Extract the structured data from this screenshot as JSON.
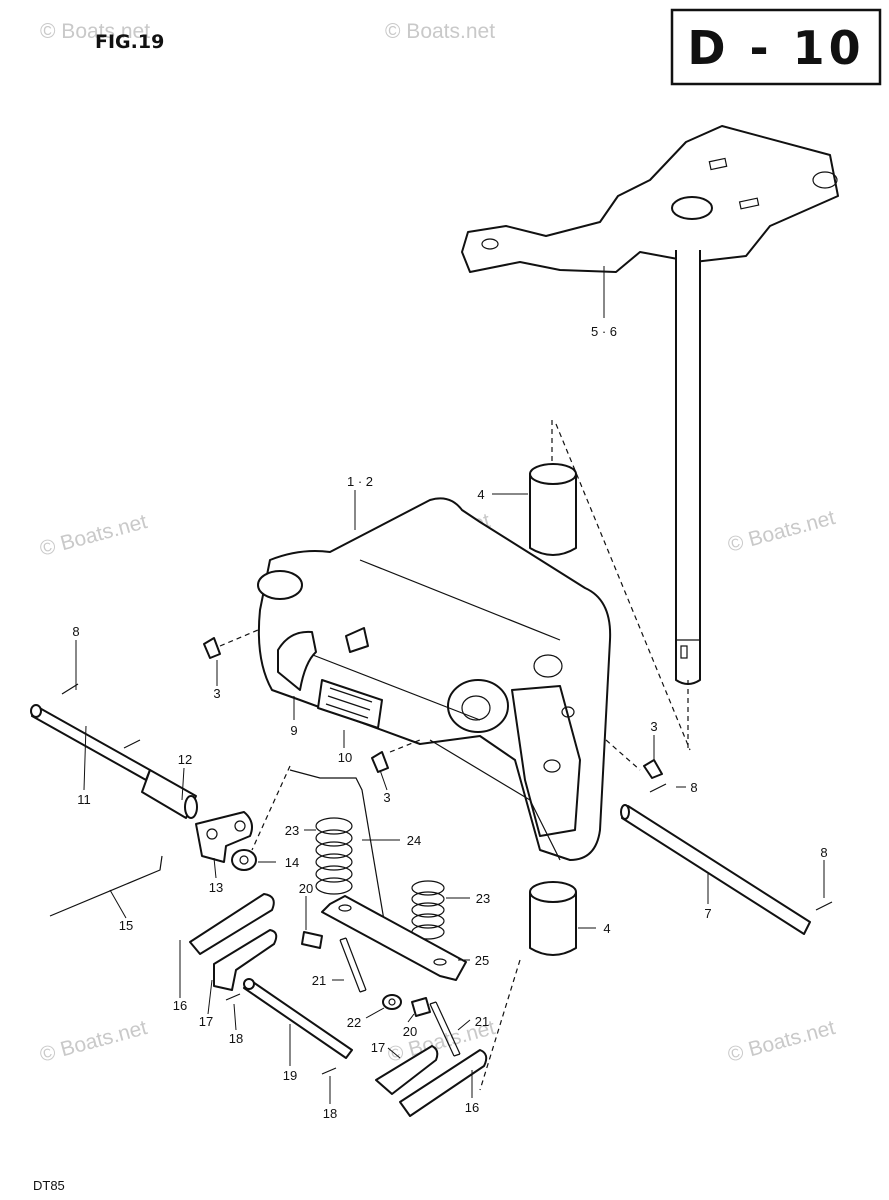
{
  "header": {
    "figure_label": "FIG.19",
    "page_code": "D - 10"
  },
  "footer": {
    "model": "DT85"
  },
  "watermark": {
    "text": "© Boats.net"
  },
  "callouts": [
    "5 · 6",
    "1 · 2",
    "4",
    "8",
    "3",
    "9",
    "10",
    "3",
    "3",
    "8",
    "12",
    "11",
    "13",
    "14",
    "23",
    "24",
    "15",
    "20",
    "23",
    "4",
    "7",
    "8",
    "16",
    "21",
    "25",
    "17",
    "18",
    "22",
    "20",
    "21",
    "19",
    "17",
    "18",
    "16"
  ]
}
